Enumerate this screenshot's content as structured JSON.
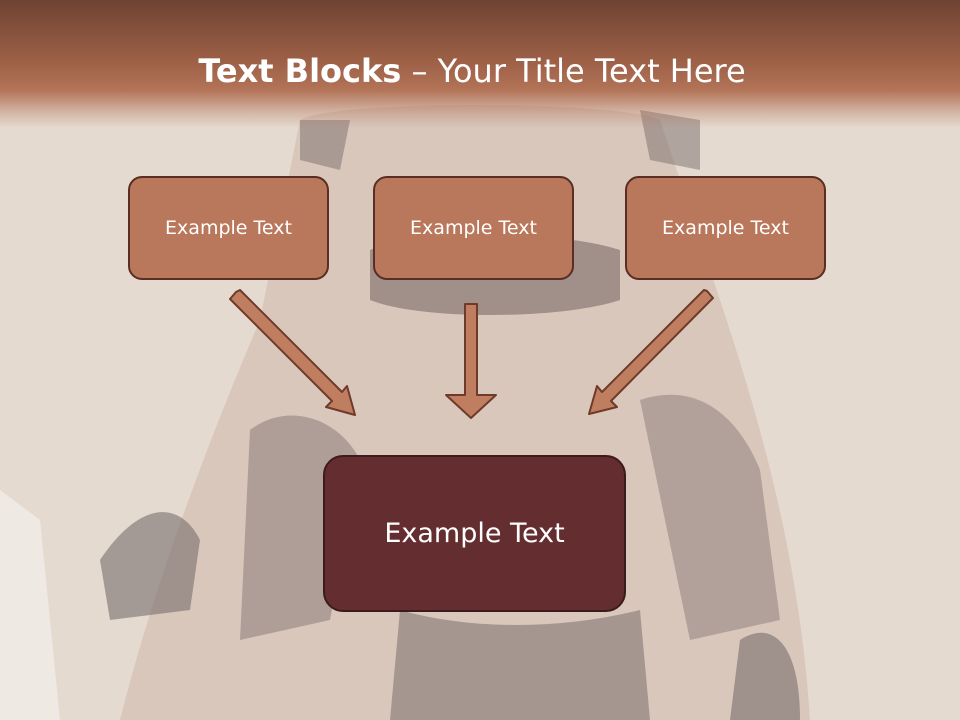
{
  "slide": {
    "title_bold": "Text Blocks",
    "title_dash": " – ",
    "title_rest": "Your Title Text Here"
  },
  "blocks": {
    "left": "Example Text",
    "center": "Example Text",
    "right": "Example Text",
    "main": "Example Text"
  },
  "colors": {
    "title_bar": "#9a5e45",
    "small_box": "#b9775b",
    "main_box": "#642d2f",
    "arrow": "#c07e60"
  }
}
